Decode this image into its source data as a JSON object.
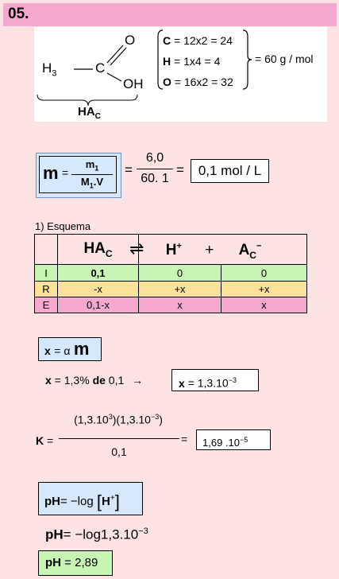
{
  "header": {
    "number": "05."
  },
  "molecule": {
    "h3c": "H",
    "h3c_sub": "3",
    "c_atom": "C",
    "dash": "—",
    "o_top": "O",
    "oh": "OH",
    "name": "HA",
    "name_sub": "C",
    "mass_rows": [
      {
        "el": "C",
        "expr": "= 12x2 = 24"
      },
      {
        "el": "H",
        "expr": "= 1x4 = 4"
      },
      {
        "el": "O",
        "expr": "= 16x2 = 32"
      }
    ],
    "molar_mass": "= 60 g / mol"
  },
  "molarity": {
    "m": "m",
    "eq1": "=",
    "num": "m",
    "num_sub": "1",
    "den": "M",
    "den_sub": "1",
    "den_tail": ".V",
    "eq2": "=",
    "frac_num": "6,0",
    "frac_den": "60. 1",
    "eq3": "=",
    "result": "0,1 mol / L"
  },
  "esquema": {
    "title": "1) Esquema",
    "reactant": "HA",
    "reactant_sub": "C",
    "arrow": "⇌",
    "prod1": "H",
    "prod1_sup": "+",
    "plus": "+",
    "prod2": "A",
    "prod2_sub": "C",
    "prod2_sup": "−",
    "rows": [
      {
        "label": "I",
        "c1": "0,1",
        "c2": "0",
        "c3": "0"
      },
      {
        "label": "R",
        "c1": "-x",
        "c2": "+x",
        "c3": "+x"
      },
      {
        "label": "E",
        "c1": "0,1-x",
        "c2": "x",
        "c3": "x"
      }
    ]
  },
  "alpha": {
    "formula_x": "x",
    "formula_eq": "= α",
    "formula_m": "m",
    "calc_x": "x",
    "calc_mid": "= 1,3%",
    "calc_de": "de",
    "calc_val": "0,1",
    "arrow": "→",
    "result_x": "x",
    "result_val": "= 1,3.10",
    "result_exp": "−3"
  },
  "ka": {
    "k": "K",
    "eq": "=",
    "num_a": "(1,3.10",
    "num_a_exp": "3",
    "num_b": ")(1,3.10",
    "num_b_exp": "−3",
    "num_c": ")",
    "den": "0,1",
    "eq2": "=",
    "result": "1,69 .10",
    "result_exp": "−5"
  },
  "ph": {
    "def_ph": "pH",
    "def_rest": "= −log",
    "def_h": "H",
    "def_h_sup": "+",
    "calc_ph": "pH",
    "calc_rest": "= −log1,3.10",
    "calc_exp": "−3",
    "result_ph": "pH",
    "result_val": "= 2,89"
  }
}
